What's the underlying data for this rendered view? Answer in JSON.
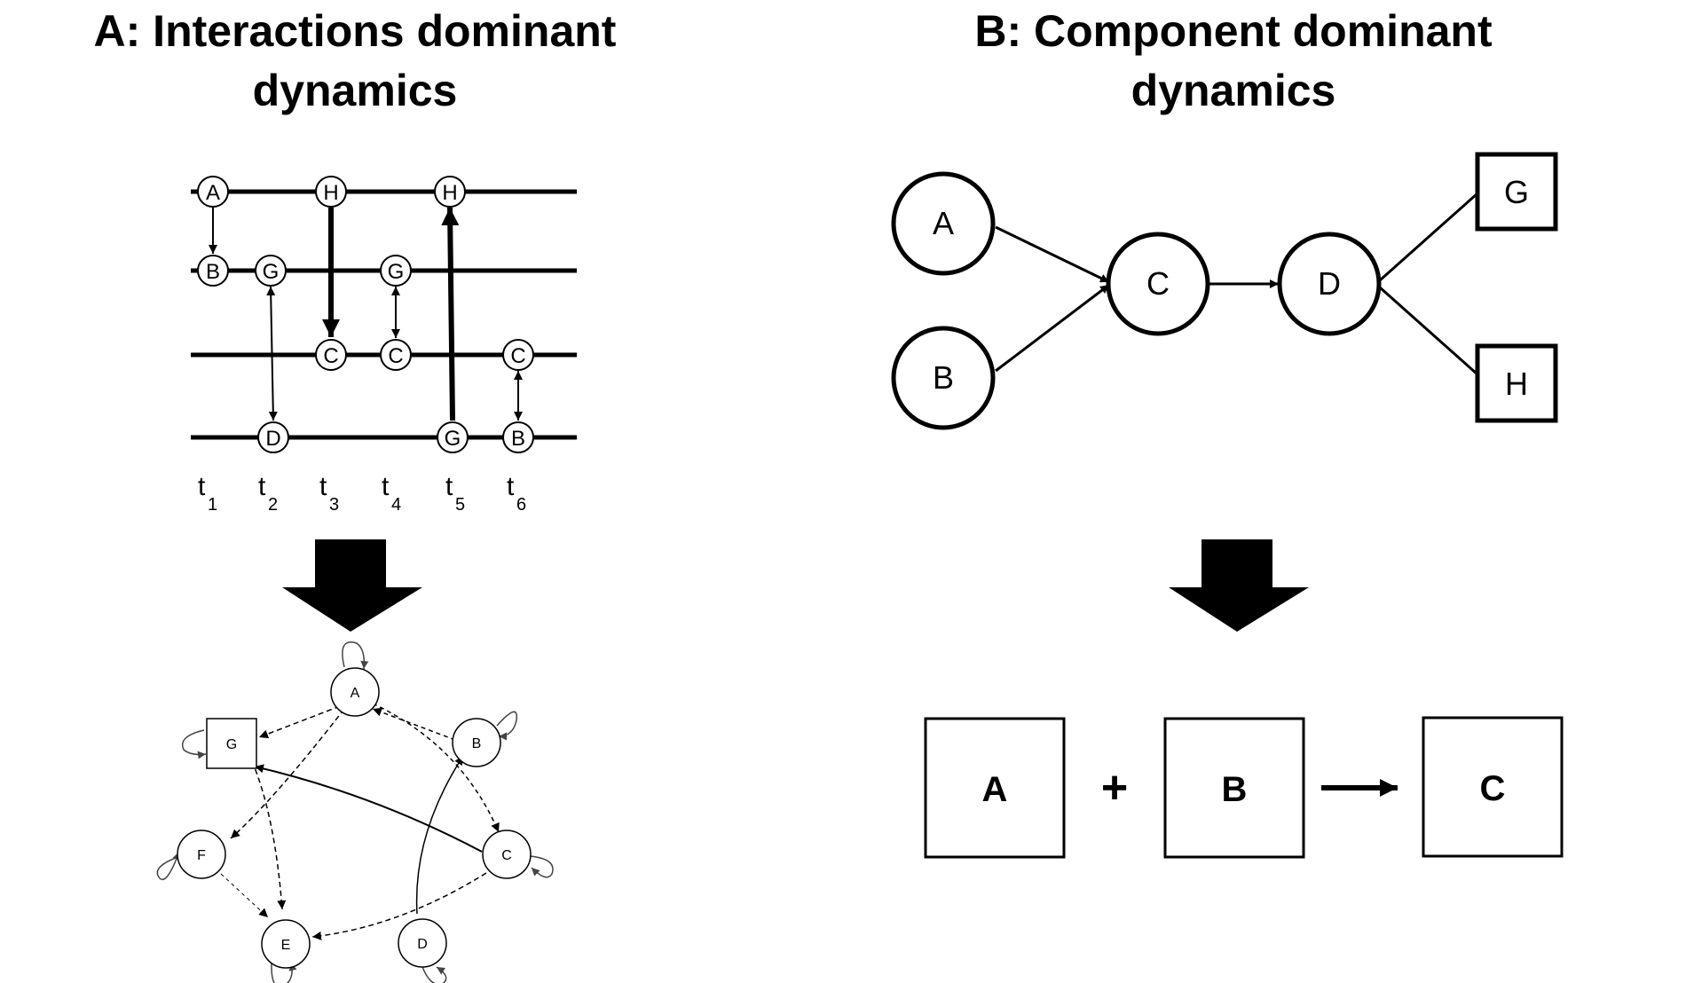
{
  "panel_a": {
    "title_line1": "A: Interactions dominant",
    "title_line2": "dynamics",
    "timeline": {
      "time_labels": [
        {
          "base": "t",
          "sub": "1"
        },
        {
          "base": "t",
          "sub": "2"
        },
        {
          "base": "t",
          "sub": "3"
        },
        {
          "base": "t",
          "sub": "4"
        },
        {
          "base": "t",
          "sub": "5"
        },
        {
          "base": "t",
          "sub": "6"
        }
      ],
      "nodes": [
        "A",
        "H",
        "H",
        "B",
        "G",
        "G",
        "C",
        "C",
        "C",
        "D",
        "G",
        "B"
      ]
    },
    "network": {
      "nodes": [
        "A",
        "G",
        "B",
        "F",
        "C",
        "E",
        "D"
      ]
    }
  },
  "panel_b": {
    "title_line1": "B: Component dominant",
    "title_line2": "dynamics",
    "pathway_nodes": [
      "A",
      "B",
      "C",
      "D",
      "G",
      "H"
    ],
    "equation": {
      "left": "A",
      "plus": "+",
      "right": "B",
      "product": "C"
    }
  }
}
